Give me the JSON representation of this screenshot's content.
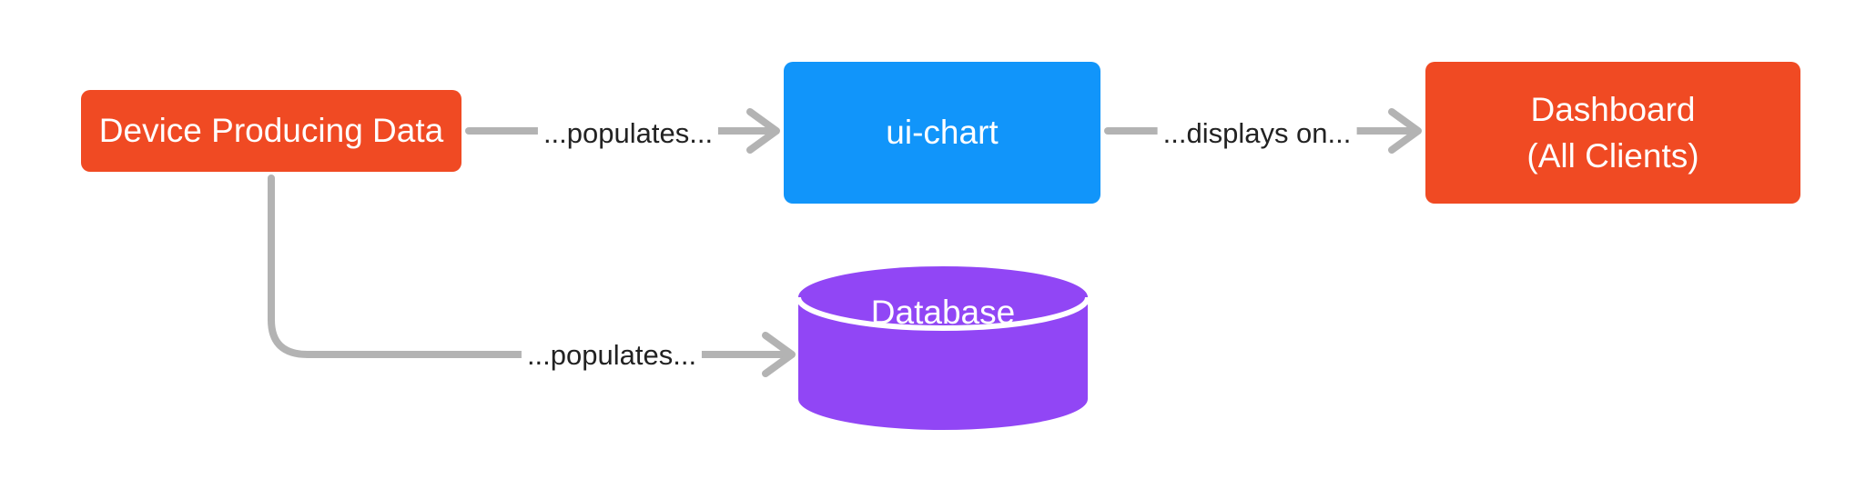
{
  "diagram": {
    "background_color": "#ffffff",
    "edge_color": "#B3B3B3",
    "label_text_color": "#222222",
    "nodes": {
      "device": {
        "label": "Device Producing Data",
        "shape": "rounded-rect",
        "color": "#F04A23",
        "text_color": "#ffffff"
      },
      "ui_chart": {
        "label": "ui-chart",
        "shape": "rounded-rect",
        "color": "#1195FA",
        "text_color": "#ffffff"
      },
      "dashboard": {
        "label_line1": "Dashboard",
        "label_line2": "(All Clients)",
        "shape": "rounded-rect",
        "color": "#F04A23",
        "text_color": "#ffffff"
      },
      "database": {
        "label": "Database",
        "shape": "cylinder",
        "color": "#9146F5",
        "text_color": "#ffffff"
      }
    },
    "edges": [
      {
        "id": "device-to-uichart",
        "from": "device",
        "to": "ui_chart",
        "label": "...populates..."
      },
      {
        "id": "uichart-to-dashboard",
        "from": "ui_chart",
        "to": "dashboard",
        "label": "...displays on..."
      },
      {
        "id": "device-to-database",
        "from": "device",
        "to": "database",
        "label": "...populates..."
      }
    ]
  }
}
